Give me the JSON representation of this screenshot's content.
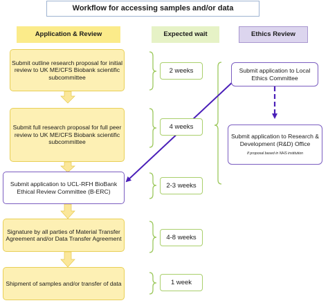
{
  "title": "Workflow for accessing samples and/or data",
  "columns": {
    "application": "Application & Review",
    "wait": "Expected wait",
    "ethics": "Ethics Review"
  },
  "steps": [
    "Submit outline research proposal for initial review to UK ME/CFS Biobank scientific subcommittee",
    "Submit full research proposal for full peer review to UK ME/CFS Biobank scientific subcommittee",
    "Submit application to UCL-RFH BioBank Ethical Review Committee (B-ERC)",
    "Signature by all parties of Material Transfer Agreement and/or Data Transfer Agreement",
    "Shipment of samples and/or transfer of data"
  ],
  "waits": [
    "2 weeks",
    "4 weeks",
    "2-3 weeks",
    "4-8 weeks",
    "1 week"
  ],
  "ethics": {
    "local": "Submit application to Local Ethics Committee",
    "rd": "Submit application to Research & Development (R&D) Office",
    "rd_note": "If proposal based in NHS institution"
  },
  "colors": {
    "yellow_fill": "#fdf0b4",
    "yellow_arrow": "#fbe79a",
    "green_border": "#a9cf6b",
    "purple": "#4a1fb8"
  }
}
